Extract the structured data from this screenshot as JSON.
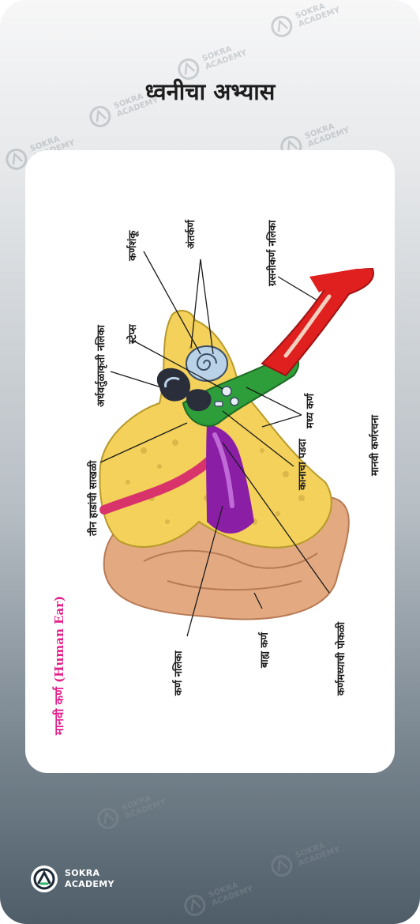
{
  "header": {
    "title": "ध्वनीचा अभ्यास"
  },
  "watermark": {
    "line1": "SOKRA",
    "line2": "ACADEMY"
  },
  "diagram": {
    "caption": "मानवी कर्ण (Human Ear)",
    "side_title": "मानवी कर्णरचना",
    "labels": {
      "cochlea": "कर्णशंकू",
      "inner_ear": "अंतर्कर्ण",
      "eustachian_tube": "ग्रसनीकर्ण नलिका",
      "semicircular_canals": "अर्धवर्तुळाकृती नलिका",
      "stapes": "स्टेप्स",
      "three_ossicles": "तीन हाडांची साखळी",
      "middle_ear": "मध्य कर्ण",
      "eardrum": "कानाचा पडदा",
      "ear_canal": "कर्ण नलिका",
      "outer_ear": "बाह्य कर्ण",
      "pinna_cavity": "कर्णमध्याची पोकळी"
    }
  },
  "brand": {
    "name_line1": "SOKRA",
    "name_line2": "ACADEMY"
  },
  "colors": {
    "caption": "#e0218a",
    "skin": "#e3aa82",
    "bone": "#f3d15a",
    "middle_ear": "#2e9e3a",
    "canal": "#8a1fa6",
    "tube": "#e01f1f"
  }
}
